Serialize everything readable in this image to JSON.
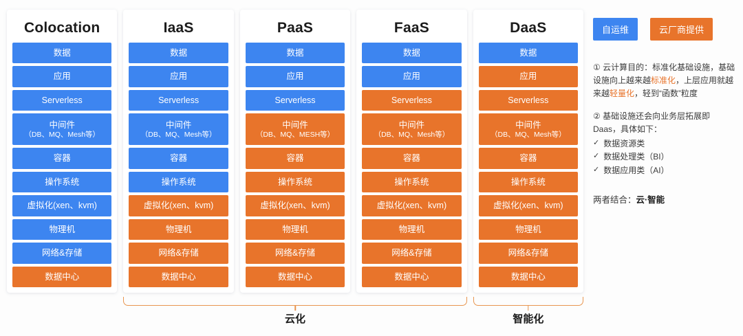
{
  "colors": {
    "blue": "#3d85f0",
    "orange": "#e8742b",
    "brace": "#e8954f",
    "background": "#fdfdfd"
  },
  "columns": [
    {
      "title": "Colocation",
      "layers": [
        {
          "label": "数据",
          "color": "blue"
        },
        {
          "label": "应用",
          "color": "blue"
        },
        {
          "label": "Serverless",
          "color": "blue"
        },
        {
          "label": "中间件",
          "sub": "（DB、MQ、Mesh等）",
          "color": "blue"
        },
        {
          "label": "容器",
          "color": "blue"
        },
        {
          "label": "操作系统",
          "color": "blue"
        },
        {
          "label": "虚拟化(xen、kvm)",
          "color": "blue"
        },
        {
          "label": "物理机",
          "color": "blue"
        },
        {
          "label": "网络&存储",
          "color": "blue"
        },
        {
          "label": "数据中心",
          "color": "orange"
        }
      ]
    },
    {
      "title": "IaaS",
      "layers": [
        {
          "label": "数据",
          "color": "blue"
        },
        {
          "label": "应用",
          "color": "blue"
        },
        {
          "label": "Serverless",
          "color": "blue"
        },
        {
          "label": "中间件",
          "sub": "（DB、MQ、Mesh等）",
          "color": "blue"
        },
        {
          "label": "容器",
          "color": "blue"
        },
        {
          "label": "操作系统",
          "color": "blue"
        },
        {
          "label": "虚拟化(xen、kvm)",
          "color": "orange"
        },
        {
          "label": "物理机",
          "color": "orange"
        },
        {
          "label": "网络&存储",
          "color": "orange"
        },
        {
          "label": "数据中心",
          "color": "orange"
        }
      ]
    },
    {
      "title": "PaaS",
      "layers": [
        {
          "label": "数据",
          "color": "blue"
        },
        {
          "label": "应用",
          "color": "blue"
        },
        {
          "label": "Serverless",
          "color": "blue"
        },
        {
          "label": "中间件",
          "sub": "（DB、MQ、MESH等）",
          "color": "orange"
        },
        {
          "label": "容器",
          "color": "orange"
        },
        {
          "label": "操作系统",
          "color": "orange"
        },
        {
          "label": "虚拟化(xen、kvm)",
          "color": "orange"
        },
        {
          "label": "物理机",
          "color": "orange"
        },
        {
          "label": "网络&存储",
          "color": "orange"
        },
        {
          "label": "数据中心",
          "color": "orange"
        }
      ]
    },
    {
      "title": "FaaS",
      "layers": [
        {
          "label": "数据",
          "color": "blue"
        },
        {
          "label": "应用",
          "color": "blue"
        },
        {
          "label": "Serverless",
          "color": "orange"
        },
        {
          "label": "中间件",
          "sub": "（DB、MQ、Mesh等）",
          "color": "orange"
        },
        {
          "label": "容器",
          "color": "orange"
        },
        {
          "label": "操作系统",
          "color": "orange"
        },
        {
          "label": "虚拟化(xen、kvm)",
          "color": "orange"
        },
        {
          "label": "物理机",
          "color": "orange"
        },
        {
          "label": "网络&存储",
          "color": "orange"
        },
        {
          "label": "数据中心",
          "color": "orange"
        }
      ]
    },
    {
      "title": "DaaS",
      "layers": [
        {
          "label": "数据",
          "color": "blue"
        },
        {
          "label": "应用",
          "color": "orange"
        },
        {
          "label": "Serverless",
          "color": "orange"
        },
        {
          "label": "中间件",
          "sub": "（DB、MQ、Mesh等）",
          "color": "orange"
        },
        {
          "label": "容器",
          "color": "orange"
        },
        {
          "label": "操作系统",
          "color": "orange"
        },
        {
          "label": "虚拟化(xen、kvm)",
          "color": "orange"
        },
        {
          "label": "物理机",
          "color": "orange"
        },
        {
          "label": "网络&存储",
          "color": "orange"
        },
        {
          "label": "数据中心",
          "color": "orange"
        }
      ]
    }
  ],
  "braces": [
    {
      "label": "云化"
    },
    {
      "label": "智能化"
    }
  ],
  "legend": {
    "self_managed": "自运维",
    "cloud_provided": "云厂商提供"
  },
  "notes": {
    "note1": {
      "marker": "①",
      "part1": "云计算目的：标准化基础设",
      "part2": "施，基础设施向上越来越",
      "hl1": "标准",
      "part3": "化",
      "part4": "，上层应用就越来越",
      "hl2": "轻量化",
      "part5": "，",
      "part6": "轻到“函数”粒度"
    },
    "note2": {
      "marker": "②",
      "line1": "基础设施还会向业务层拓展",
      "line2": "即Daas，具体如下：",
      "items": [
        "数据资源类",
        "数据处理类（BI）",
        "数据应用类（AI）"
      ],
      "check_glyph": "✓"
    },
    "footer_prefix": "两者结合：",
    "footer_strong": "云·智能"
  }
}
